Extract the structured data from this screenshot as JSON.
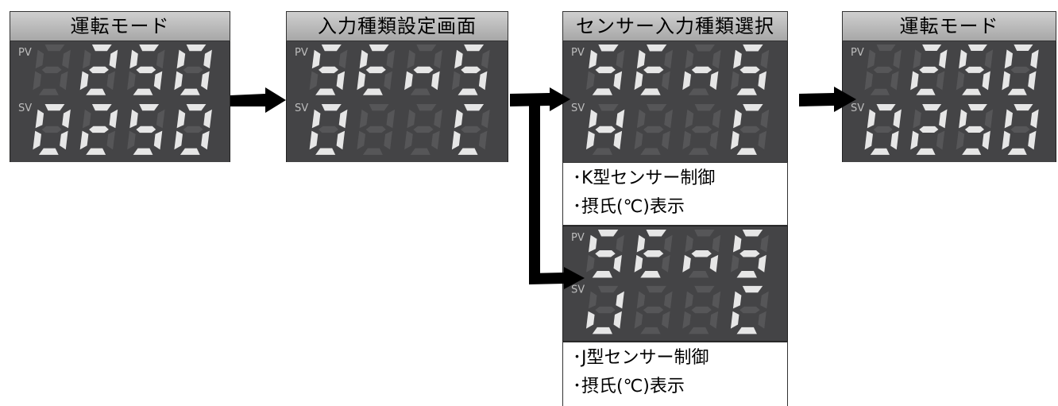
{
  "panels": [
    {
      "title": "運転モード",
      "pv": [
        "",
        "2",
        "5",
        "0"
      ],
      "sv": [
        "0",
        "2",
        "5",
        "0"
      ]
    },
    {
      "title": "入力種類設定画面",
      "pv": [
        "S",
        "E",
        "n",
        "S"
      ],
      "sv": [
        "0",
        "",
        "",
        "C"
      ]
    },
    {
      "title": "センサー入力種類選択",
      "pv": [
        "S",
        "E",
        "n",
        "S"
      ],
      "sv": [
        "k",
        "",
        "",
        "C"
      ]
    },
    {
      "title": "運転モード",
      "pv": [
        "",
        "2",
        "5",
        "0"
      ],
      "sv": [
        "0",
        "2",
        "5",
        "0"
      ]
    }
  ],
  "option_k": {
    "pv": [
      "S",
      "E",
      "n",
      "S"
    ],
    "sv": [
      "k",
      "",
      "",
      "C"
    ],
    "lines": [
      "･K型センサー制御",
      "･摂氏(℃)表示"
    ]
  },
  "option_j": {
    "pv": [
      "S",
      "E",
      "n",
      "S"
    ],
    "sv": [
      "J",
      "",
      "",
      "C"
    ],
    "lines": [
      "･J型センサー制御",
      "･摂氏(℃)表示"
    ]
  },
  "display_labels": {
    "pv": "PV",
    "sv": "SV"
  },
  "colors": {
    "lcd_bg": "#444446",
    "segment_on": "#e6e6e6",
    "segment_off": "#565658",
    "label": "#bdbdbd"
  }
}
